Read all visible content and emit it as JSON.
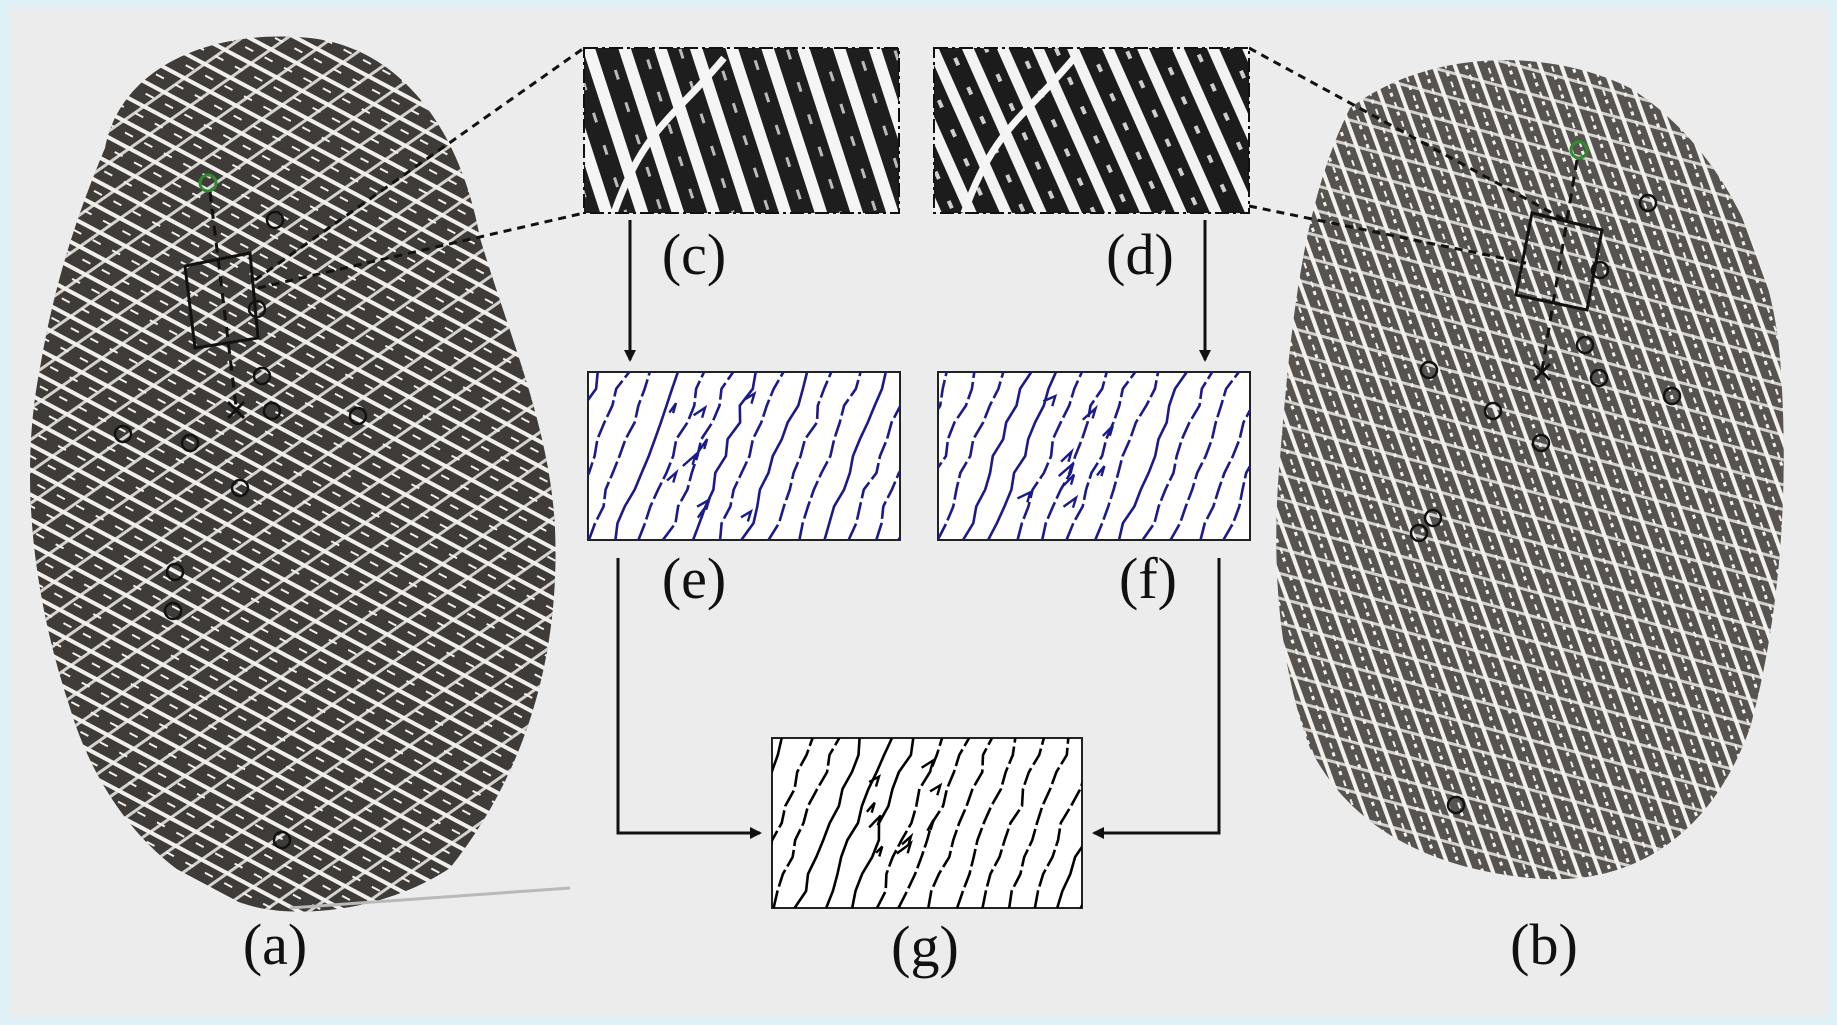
{
  "figure": {
    "panels": [
      {
        "id": "a",
        "label": "(a)",
        "description": "latent-print-left"
      },
      {
        "id": "b",
        "label": "(b)",
        "description": "latent-print-right"
      },
      {
        "id": "c",
        "label": "(c)",
        "description": "patch-from-a"
      },
      {
        "id": "d",
        "label": "(d)",
        "description": "patch-from-b"
      },
      {
        "id": "e",
        "label": "(e)",
        "description": "skeleton-of-c"
      },
      {
        "id": "f",
        "label": "(f)",
        "description": "skeleton-of-d"
      },
      {
        "id": "g",
        "label": "(g)",
        "description": "fused-skeleton"
      }
    ],
    "colors": {
      "background": "#ececec",
      "page_border": "#dff1f6",
      "fingerprint_ink": "#3f3b39",
      "skeleton_blue": "#1a1a8c",
      "skeleton_black": "#000000",
      "highlight_minutia": "#2e8b2e",
      "minutia_marker": "#111111"
    }
  }
}
